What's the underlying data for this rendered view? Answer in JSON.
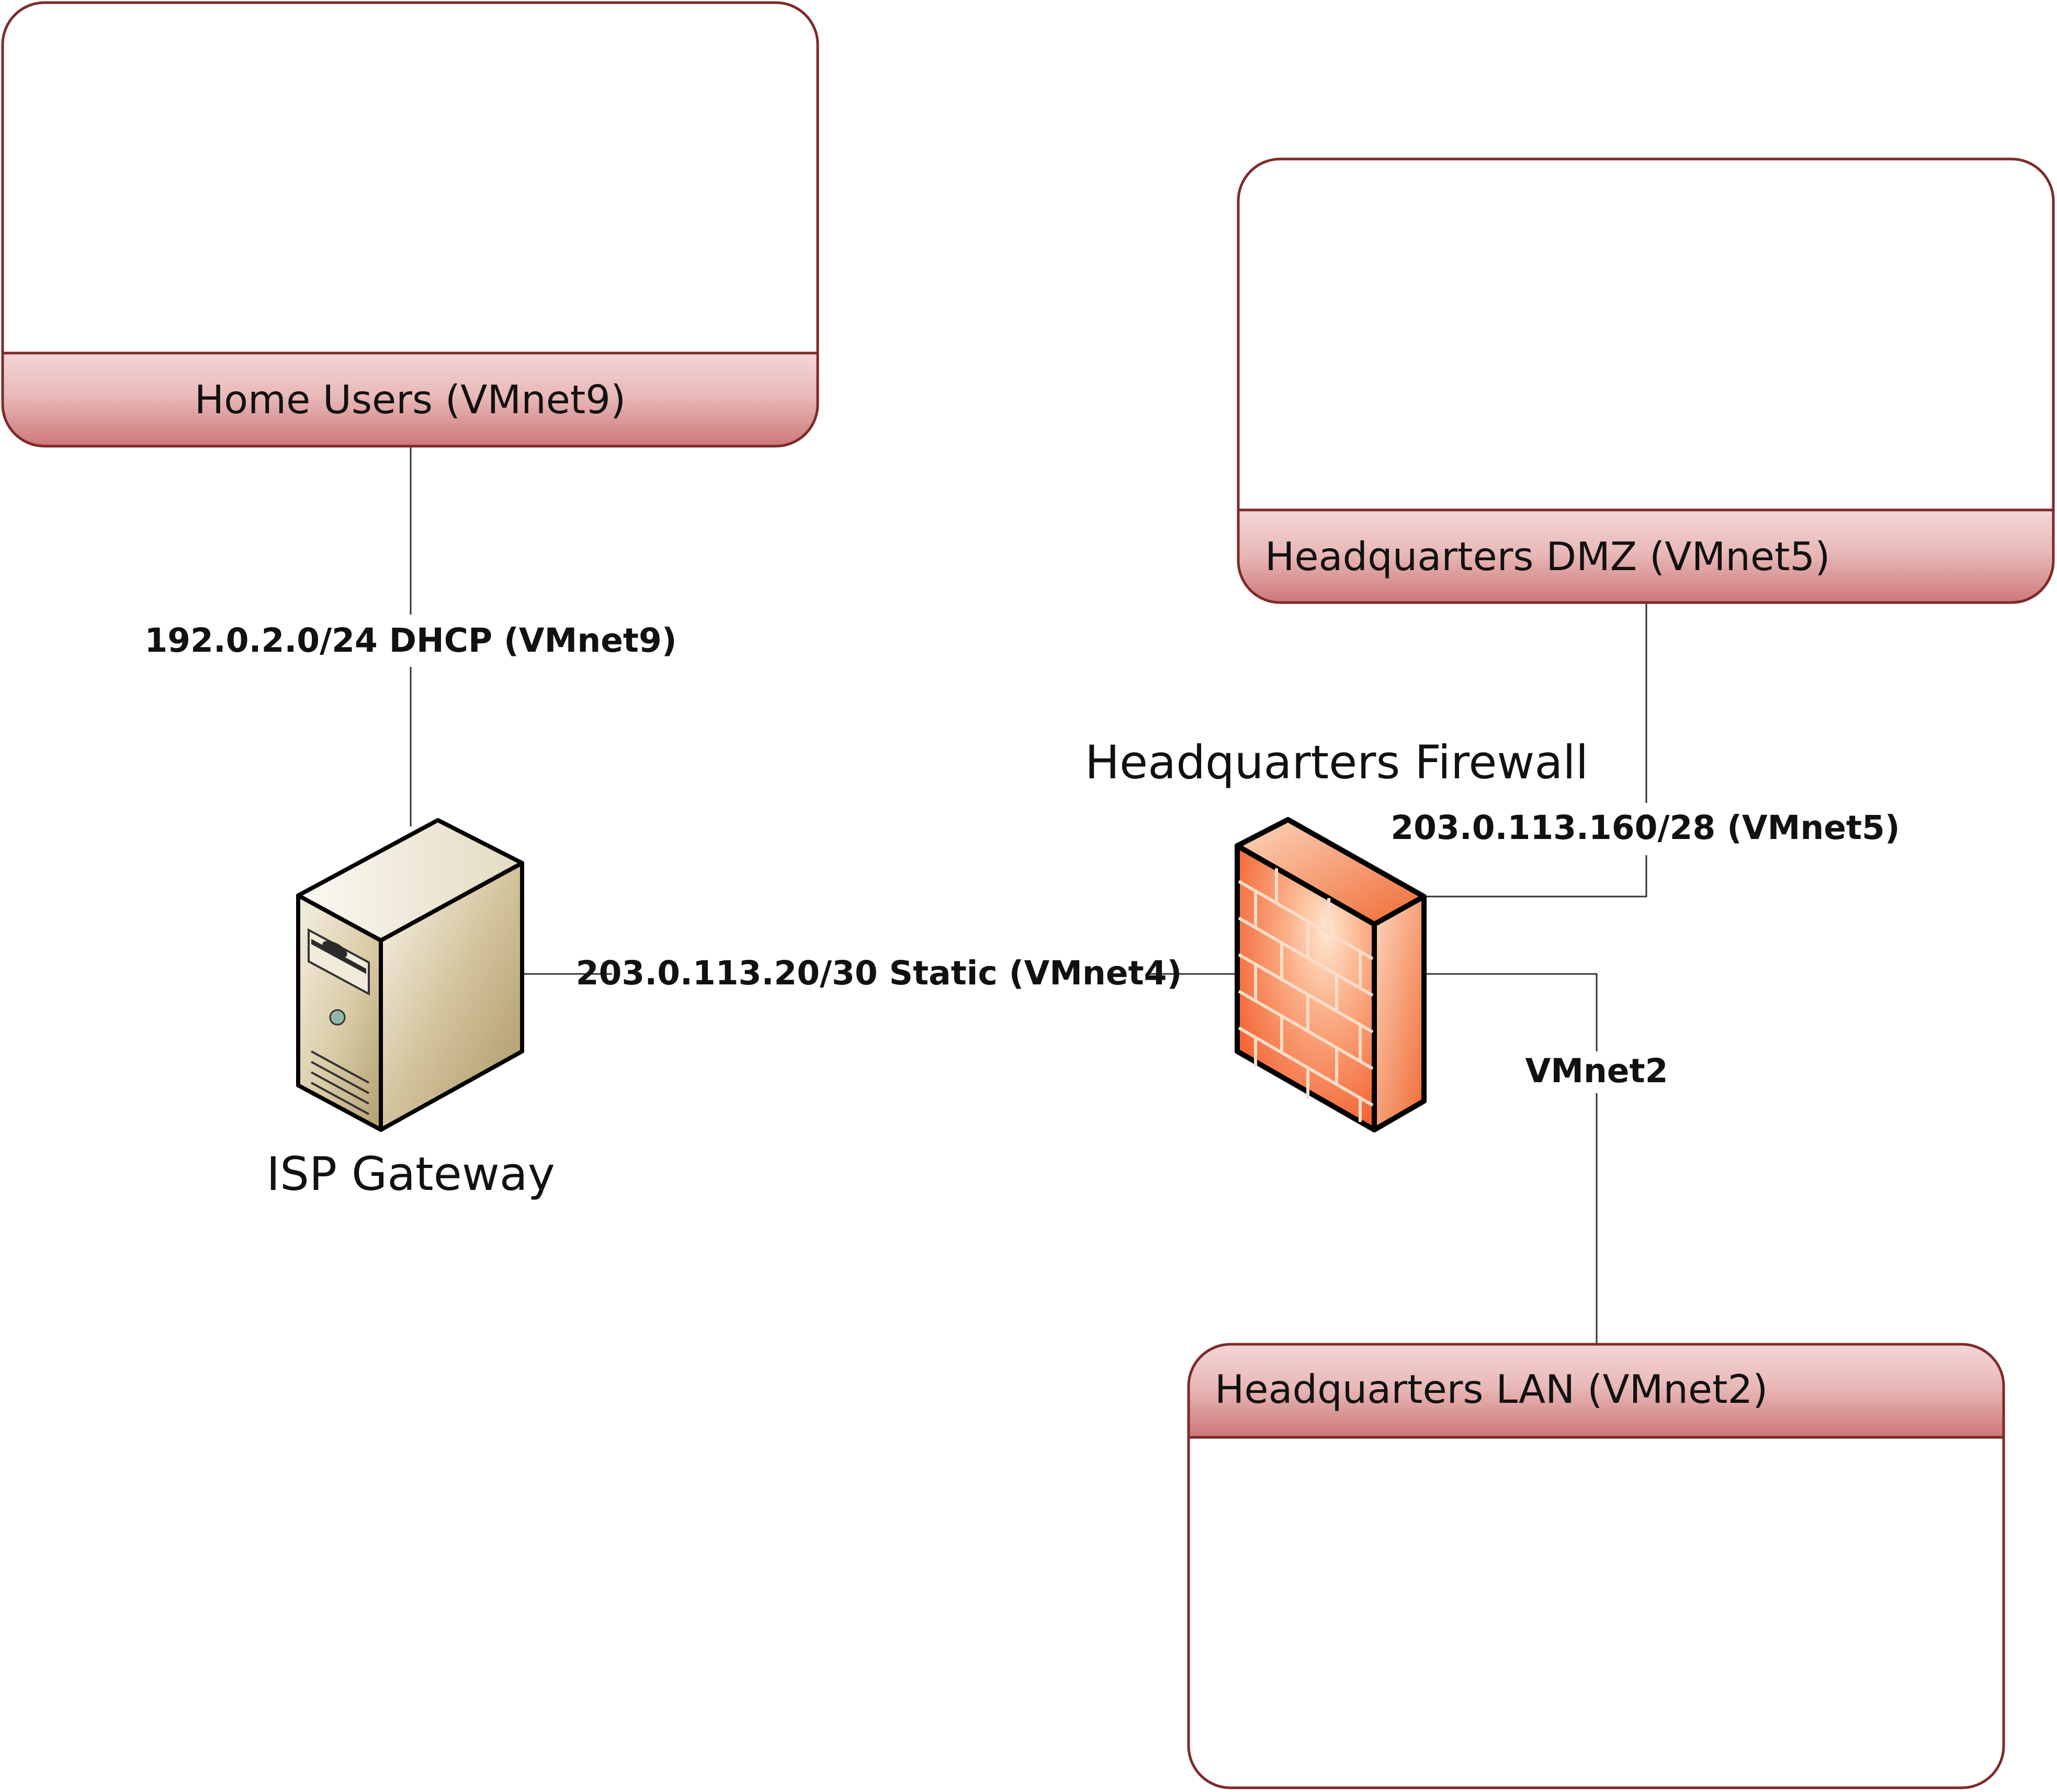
{
  "networks": {
    "home_users": {
      "title": "Home Users (VMnet9)"
    },
    "hq_dmz": {
      "title": "Headquarters DMZ (VMnet5)"
    },
    "hq_lan": {
      "title": "Headquarters LAN (VMnet2)"
    }
  },
  "devices": {
    "isp_gateway": {
      "label": "ISP Gateway",
      "icon": "server-tower-icon"
    },
    "hq_firewall": {
      "label": "Headquarters Firewall",
      "icon": "brick-firewall-icon"
    }
  },
  "links": {
    "home_to_isp": "192.0.2.0/24 DHCP (VMnet9)",
    "isp_to_firewall": "203.0.113.20/30 Static (VMnet4)",
    "firewall_to_dmz": "203.0.113.160/28 (VMnet5)",
    "firewall_to_lan": "VMnet2"
  },
  "colors": {
    "box_border": "#7d2a2a",
    "header_light": "#f1d1d1",
    "header_dark": "#cf7a7a",
    "firewall_main": "#f46f3a",
    "firewall_highlight": "#fde6cf",
    "server_body": "#d8c9a3"
  }
}
